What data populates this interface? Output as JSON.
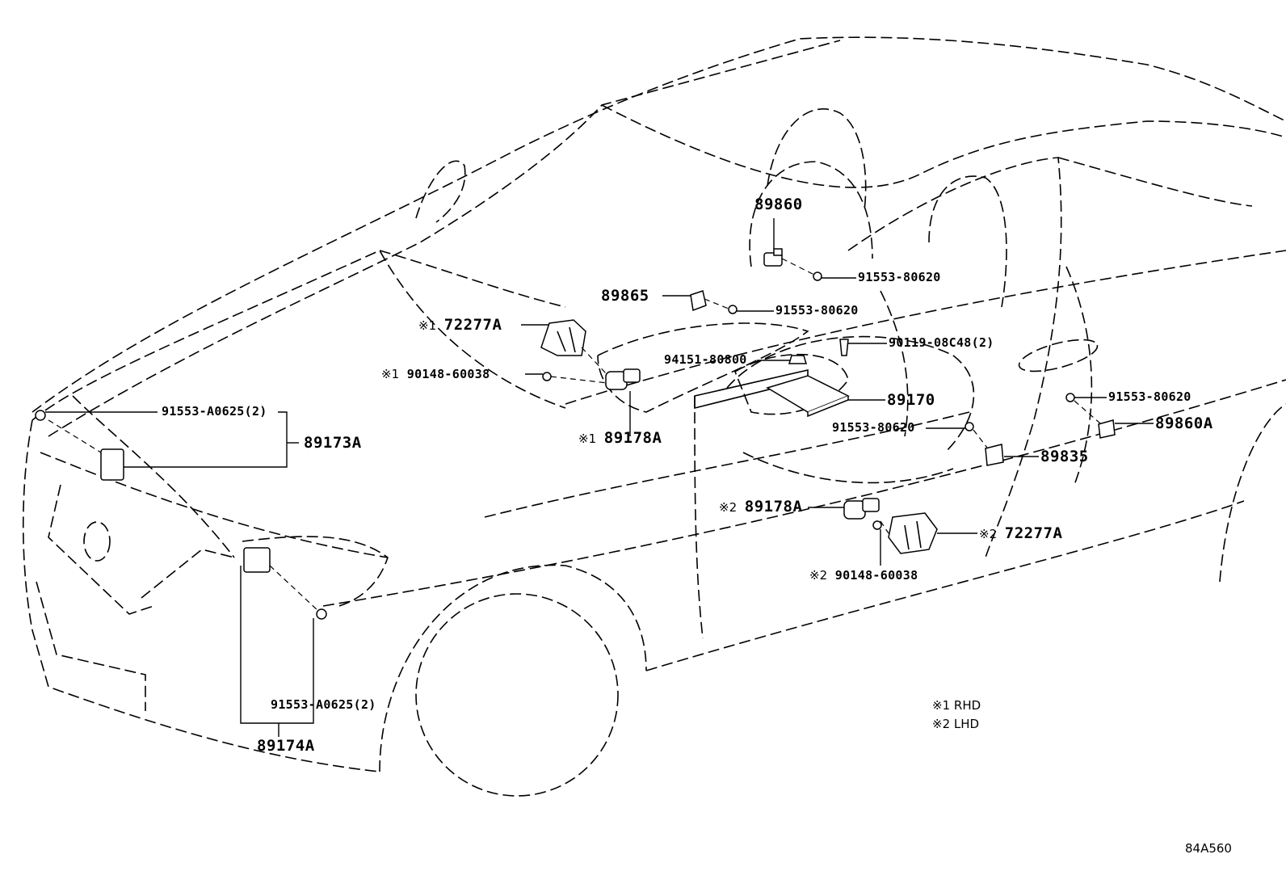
{
  "parts": [
    {
      "id": "p89860",
      "text": "89860",
      "size": "big"
    },
    {
      "id": "p91553_80620_a",
      "text": "91553-80620",
      "size": "small"
    },
    {
      "id": "p89865",
      "text": "89865",
      "size": "big"
    },
    {
      "id": "p91553_80620_b",
      "text": "91553-80620",
      "size": "small"
    },
    {
      "id": "p72277A_1",
      "mark": "※1",
      "text": "72277A",
      "size": "big"
    },
    {
      "id": "p90119",
      "text": "90119-08C48(2)",
      "size": "small"
    },
    {
      "id": "p94151",
      "text": "94151-80800",
      "size": "small"
    },
    {
      "id": "p90148_1",
      "mark": "※1",
      "text": "90148-60038",
      "size": "small"
    },
    {
      "id": "p89170",
      "text": "89170",
      "size": "big"
    },
    {
      "id": "p91553_80620_c",
      "text": "91553-80620",
      "size": "small"
    },
    {
      "id": "p91553_80620_d",
      "text": "91553-80620",
      "size": "small"
    },
    {
      "id": "p89860A",
      "text": "89860A",
      "size": "big"
    },
    {
      "id": "p91553_A0625_a",
      "text": "91553-A0625(2)",
      "size": "small"
    },
    {
      "id": "p89173A",
      "text": "89173A",
      "size": "big"
    },
    {
      "id": "p89178A_1",
      "mark": "※1",
      "text": "89178A",
      "size": "big"
    },
    {
      "id": "p89835",
      "text": "89835",
      "size": "big"
    },
    {
      "id": "p89178A_2",
      "mark": "※2",
      "text": "89178A",
      "size": "big"
    },
    {
      "id": "p72277A_2",
      "mark": "※2",
      "text": "72277A",
      "size": "big"
    },
    {
      "id": "p90148_2",
      "mark": "※2",
      "text": "90148-60038",
      "size": "small"
    },
    {
      "id": "p91553_A0625_b",
      "text": "91553-A0625(2)",
      "size": "small"
    },
    {
      "id": "p89174A",
      "text": "89174A",
      "size": "big"
    }
  ],
  "legend": [
    {
      "mark": "※1",
      "text": "RHD"
    },
    {
      "mark": "※2",
      "text": "LHD"
    }
  ],
  "figure_code": "84A560"
}
